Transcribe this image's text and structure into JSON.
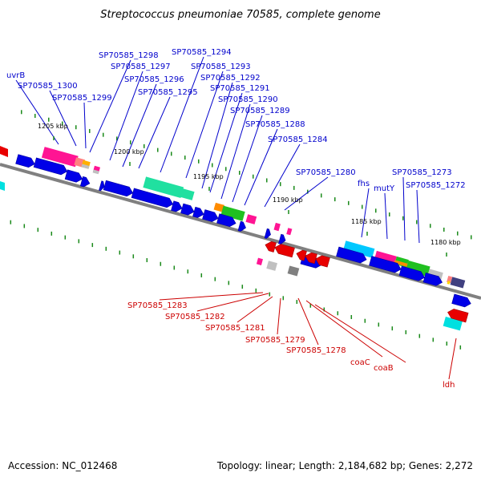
{
  "title": "Streptococcus pneumoniae 70585, complete genome",
  "footer": {
    "accession": "Accession: NC_012468",
    "summary": "Topology: linear; Length: 2,184,682 bp; Genes: 2,272"
  },
  "colors": {
    "forward_label": "#0000cc",
    "reverse_label": "#cc0000",
    "backbone": "#808080",
    "forward_arrow": "#0000e8",
    "reverse_arrow": "#e80000",
    "tick": "#1a8a1a"
  },
  "scale_labels": [
    "1205 kbp",
    "1200 kbp",
    "1195 kbp",
    "1190 kbp",
    "1185 kbp",
    "1180 kbp"
  ],
  "forward_labels": [
    "uvrB",
    "SP70585_1300",
    "SP70585_1299",
    "SP70585_1298",
    "SP70585_1297",
    "SP70585_1296",
    "SP70585_1295",
    "SP70585_1294",
    "SP70585_1293",
    "SP70585_1292",
    "SP70585_1291",
    "SP70585_1290",
    "SP70585_1289",
    "SP70585_1288",
    "SP70585_1284",
    "SP70585_1280",
    "fhs",
    "mutY",
    "SP70585_1273",
    "SP70585_1272"
  ],
  "reverse_labels": [
    "SP70585_1283",
    "SP70585_1282",
    "SP70585_1281",
    "SP70585_1279",
    "SP70585_1278",
    "coaC",
    "coaB",
    "ldh"
  ]
}
